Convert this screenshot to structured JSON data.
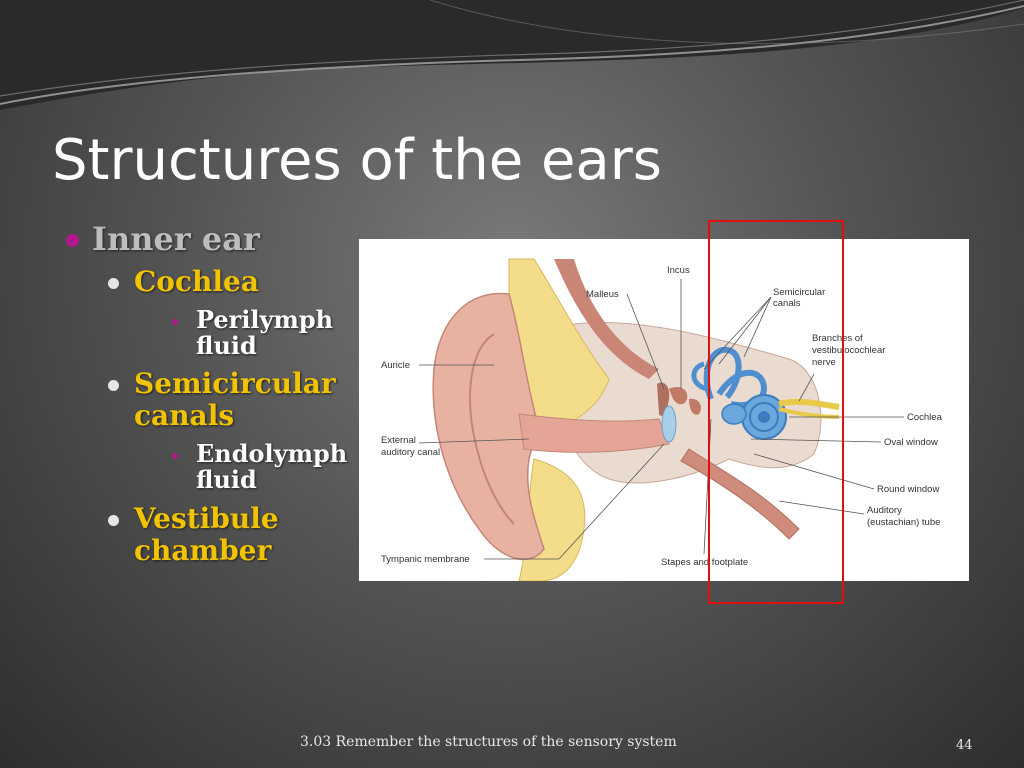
{
  "title": "Structures of the ears",
  "bullets": {
    "level1": "Inner ear",
    "items": [
      {
        "line1": "Cochlea",
        "line2": "",
        "sub1": "Perilymph",
        "sub2": "fluid"
      },
      {
        "line1": "Semicircular",
        "line2": "canals",
        "sub1": "Endolymph",
        "sub2": "fluid"
      },
      {
        "line1": "Vestibule",
        "line2": "chamber"
      }
    ]
  },
  "diagram": {
    "labels": {
      "incus": "Incus",
      "malleus": "Malleus",
      "semicircular_1": "Semicircular",
      "semicircular_2": "canals",
      "branches_1": "Branches of",
      "branches_2": "vestibulocochlear",
      "branches_3": "nerve",
      "auricle": "Auricle",
      "cochlea": "Cochlea",
      "oval_window": "Oval window",
      "external_1": "External",
      "external_2": "auditory canal",
      "round_window": "Round window",
      "auditory_1": "Auditory",
      "auditory_2": "(eustachian) tube",
      "tympanic": "Tympanic membrane",
      "stapes": "Stapes and footplate"
    }
  },
  "footer": "3.03 Remember the structures of the sensory system",
  "slide_number": "44",
  "colors": {
    "accent_bullet": "#b0188c",
    "level2_text": "#f2c300",
    "highlight_box": "#e01010"
  }
}
